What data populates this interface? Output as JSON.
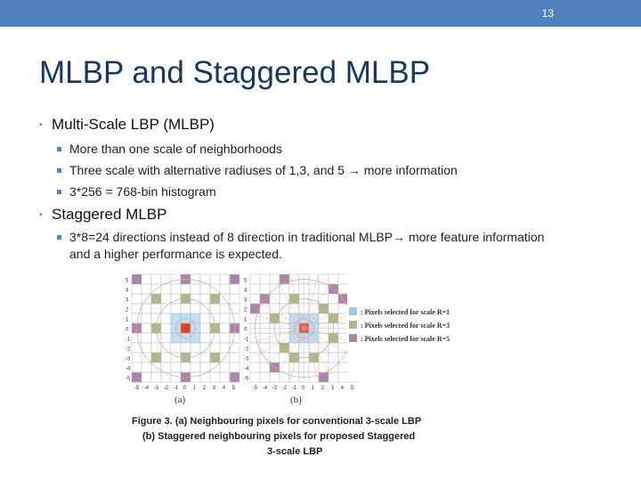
{
  "slide_number": "13",
  "title": "MLBP and Staggered MLBP",
  "bullets": [
    {
      "label": "Multi-Scale LBP (MLBP)",
      "sub": [
        "More than one scale of neighborhoods",
        "Three scale with alternative radiuses of 1,3, and 5 → more information",
        "3*256 = 768-bin histogram"
      ]
    },
    {
      "label": "Staggered MLBP",
      "sub": [
        "3*8=24 directions instead of 8 direction in traditional MLBP→ more feature information and a higher performance is expected."
      ]
    }
  ],
  "figure": {
    "panel_a": "(a)",
    "panel_b": "(b)",
    "legend": [
      ": Pixels selected for scale R=1",
      ": Pixels selected for scale R=3",
      ": Pixels selected for scale R=5"
    ],
    "legend_colors": [
      "#a0c8e8",
      "#b2b78a",
      "#a985a8"
    ],
    "axis_ticks": [
      "-5",
      "-4",
      "-3",
      "-2",
      "-1",
      "0",
      "1",
      "2",
      "3",
      "4",
      "5"
    ],
    "caption_lines": [
      "Figure 3. (a) Neighbouring  pixels for conventional 3-scale LBP",
      "(b) Staggered neighbouring  pixels for proposed Staggered",
      "3-scale LBP"
    ]
  }
}
